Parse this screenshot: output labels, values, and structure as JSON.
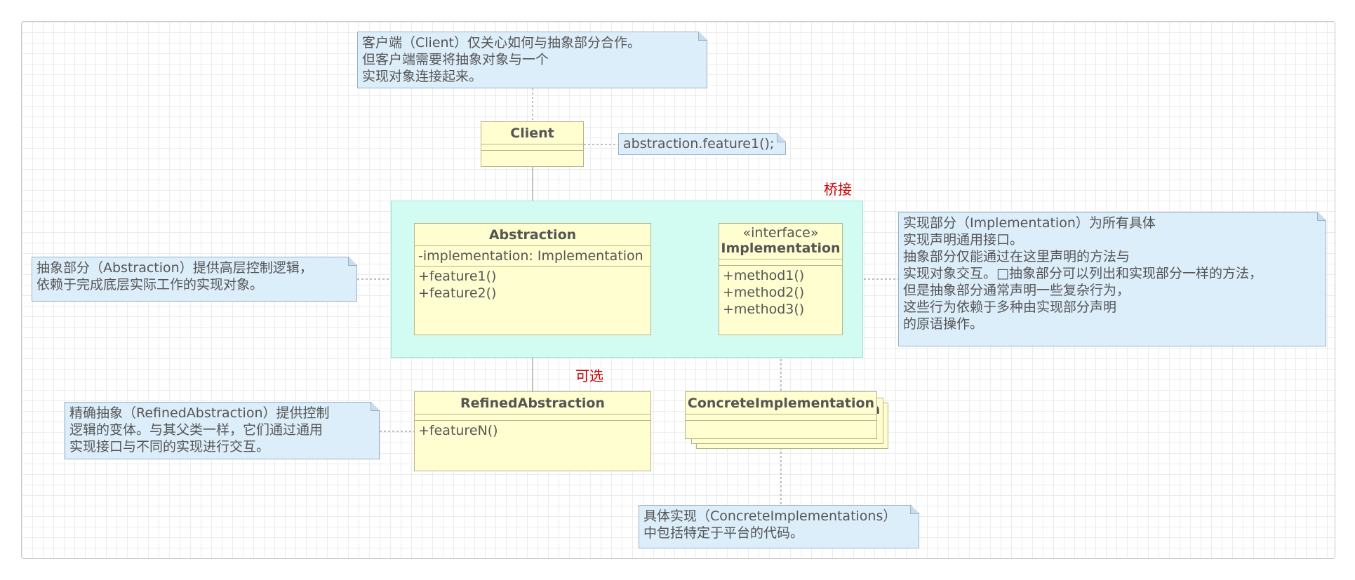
{
  "labels": {
    "bridge": "桥接",
    "optional": "可选"
  },
  "notes": {
    "client_note": [
      "客户端（Client）仅关心如何与抽象部分合作。",
      "但客户端需要将抽象对象与一个",
      "实现对象连接起来。"
    ],
    "code_note": [
      "abstraction.feature1();"
    ],
    "abstraction_note": [
      "抽象部分（Abstraction）提供高层控制逻辑，",
      "依赖于完成底层实际工作的实现对象。"
    ],
    "implementation_note": [
      "实现部分（Implementation）为所有具体",
      "实现声明通用接口。",
      "抽象部分仅能通过在这里声明的方法与",
      "实现对象交互。□抽象部分可以列出和实现部分一样的方法，",
      "但是抽象部分通常声明一些复杂行为，",
      "这些行为依赖于多种由实现部分声明",
      "的原语操作。"
    ],
    "refined_note": [
      "精确抽象（RefinedAbstraction）提供控制",
      "逻辑的变体。与其父类一样，它们通过通用",
      "实现接口与不同的实现进行交互。"
    ],
    "concrete_note": [
      "具体实现（ConcreteImplementations）",
      "中包括特定于平台的代码。"
    ]
  },
  "classes": {
    "client": {
      "name": "Client"
    },
    "abstraction": {
      "name": "Abstraction",
      "fields": [
        "-implementation: Implementation"
      ],
      "methods": [
        "+feature1()",
        "+feature2()"
      ]
    },
    "implementation": {
      "stereotype": "«interface»",
      "name": "Implementation",
      "methods": [
        "+method1()",
        "+method2()",
        "+method3()"
      ]
    },
    "refined": {
      "name": "RefinedAbstraction",
      "methods": [
        "+featureN()"
      ]
    },
    "concrete": {
      "name": "ConcreteImplementation"
    }
  },
  "colors": {
    "note_fill": "#ddeefb",
    "class_fill": "#fefed0",
    "group_fill": "#d2fcf2",
    "label_red": "#cc0000"
  }
}
